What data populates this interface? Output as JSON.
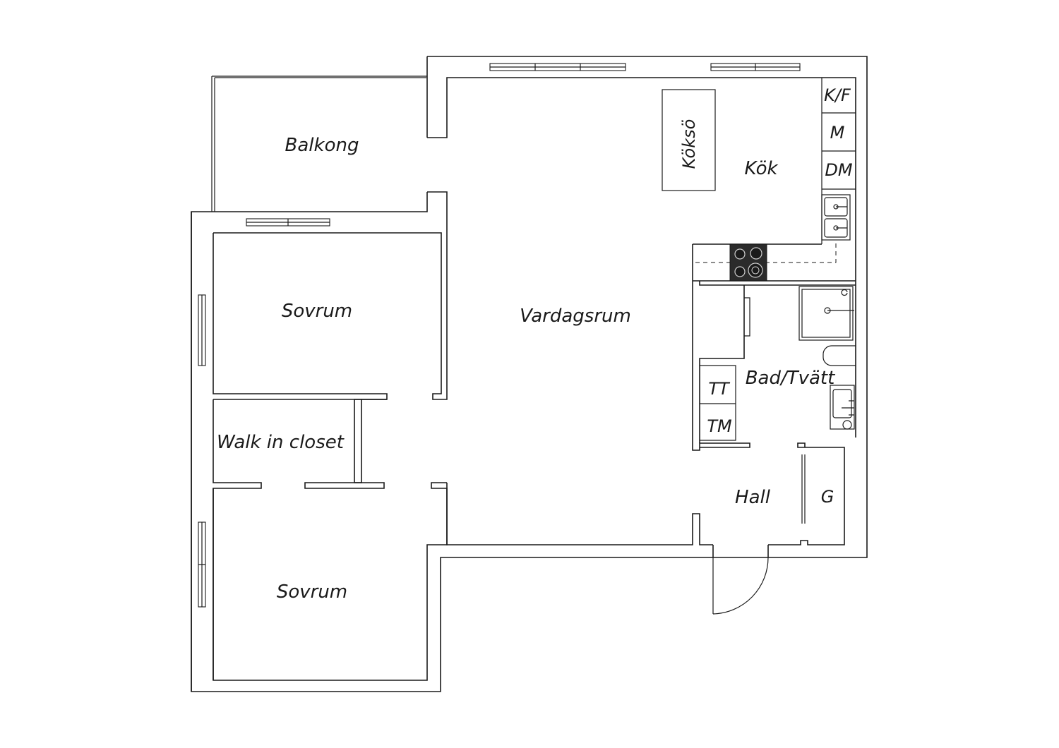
{
  "rooms": {
    "balkong": "Balkong",
    "sovrum_1": "Sovrum",
    "walk_in_closet": "Walk in closet",
    "sovrum_2": "Sovrum",
    "vardagsrum": "Vardagsrum",
    "kok": "Kök",
    "kokso": "Köksö",
    "bad_tvatt": "Bad/Tvätt",
    "hall": "Hall"
  },
  "fixtures": {
    "kf": "K/F",
    "m": "M",
    "dm": "DM",
    "tt": "TT",
    "tm": "TM",
    "g": "G"
  }
}
